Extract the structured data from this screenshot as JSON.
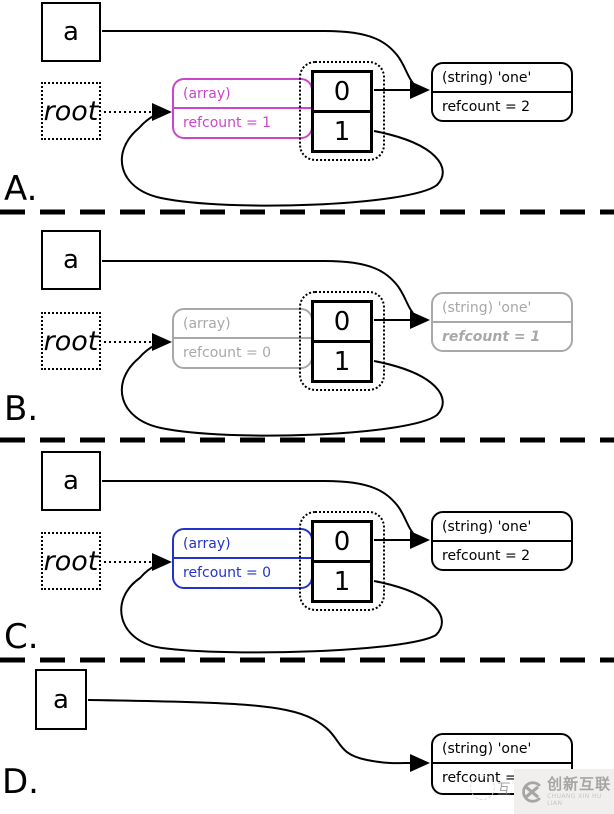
{
  "sections": {
    "A": {
      "label": "A.",
      "var": "a",
      "root": "root",
      "array_type": "(array)",
      "array_refcount": "refcount = 1",
      "slots": [
        "0",
        "1"
      ],
      "string_type": "(string) 'one'",
      "string_refcount": "refcount = 2"
    },
    "B": {
      "label": "B.",
      "var": "a",
      "root": "root",
      "array_type": "(array)",
      "array_refcount": "refcount = 0",
      "slots": [
        "0",
        "1"
      ],
      "string_type": "(string) 'one'",
      "string_refcount": "refcount = 1"
    },
    "C": {
      "label": "C.",
      "var": "a",
      "root": "root",
      "array_type": "(array)",
      "array_refcount": "refcount = 0",
      "slots": [
        "0",
        "1"
      ],
      "string_type": "(string) 'one'",
      "string_refcount": "refcount = 2"
    },
    "D": {
      "label": "D.",
      "var": "a",
      "string_type": "(string) 'one'",
      "string_refcount": "refcount ="
    }
  },
  "colors": {
    "array_highlight_a": "#cc44cc",
    "array_marked_gray": "#a8a8a8",
    "array_restored_blue": "#2233cc",
    "string_marked_gray": "#a8a8a8",
    "line_black": "#000000",
    "watermark_gray": "#a5a5a5"
  },
  "watermark": {
    "brand": "创新互联",
    "subtext": "CHUANG XIN HU LIAN",
    "stamp_char": "互"
  }
}
